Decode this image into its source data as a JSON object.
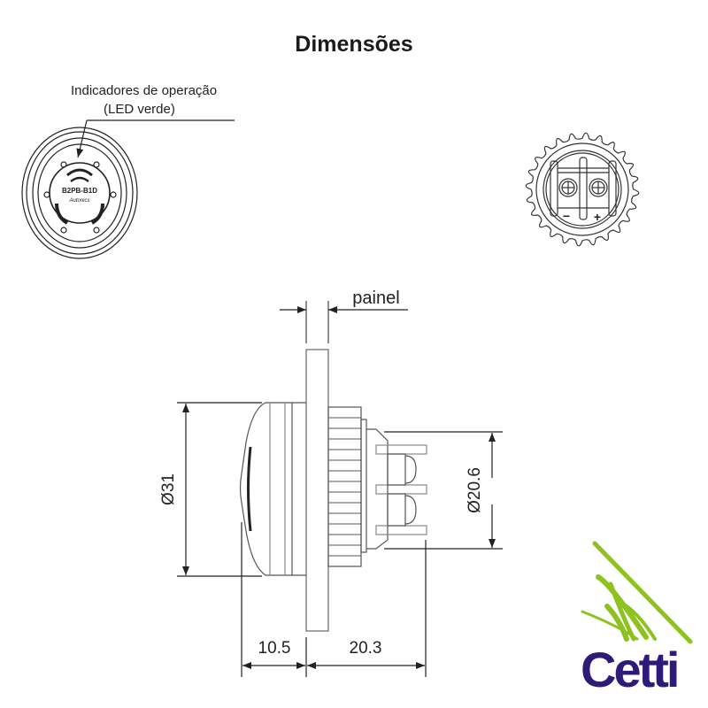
{
  "title": "Dimensões",
  "front_view": {
    "callout_line1": "Indicadores de operação",
    "callout_line2": "(LED verde)",
    "model_label": "B2PB-B1D",
    "brand_label": "Autonics"
  },
  "rear_view": {
    "terminal_minus": "−",
    "terminal_plus": "+"
  },
  "side_view": {
    "panel_label": "painel",
    "diameter_body": "Ø31",
    "diameter_rear": "Ø20.6",
    "depth_front": "10.5",
    "depth_rear": "20.3"
  },
  "logo": {
    "text": "Cetti",
    "text_color": "#2e1a78",
    "mark_color": "#8dc21f"
  }
}
